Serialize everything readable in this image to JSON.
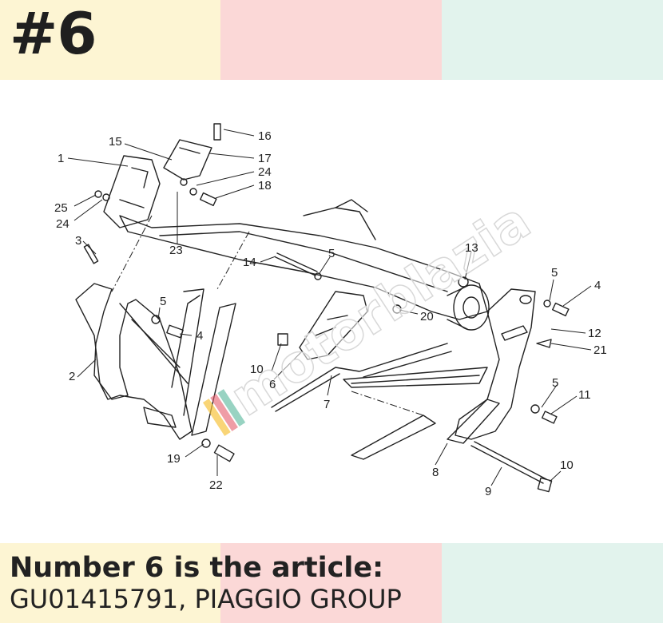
{
  "header": {
    "badge": "#6"
  },
  "watermark": {
    "text": "motorblazia"
  },
  "diagram": {
    "labels": [
      "1",
      "2",
      "3",
      "4",
      "4",
      "5",
      "5",
      "5",
      "5",
      "6",
      "7",
      "8",
      "9",
      "10",
      "10",
      "11",
      "12",
      "13",
      "14",
      "15",
      "16",
      "17",
      "18",
      "19",
      "20",
      "21",
      "22",
      "23",
      "24",
      "24",
      "25"
    ]
  },
  "caption": {
    "line1": "Number 6 is the article:",
    "line2": "GU01415791, PIAGGIO GROUP"
  },
  "colors": {
    "yellow": "#fdf5d3",
    "pink": "#fbd8d7",
    "mint": "#e2f3ed",
    "ink": "#222222"
  }
}
